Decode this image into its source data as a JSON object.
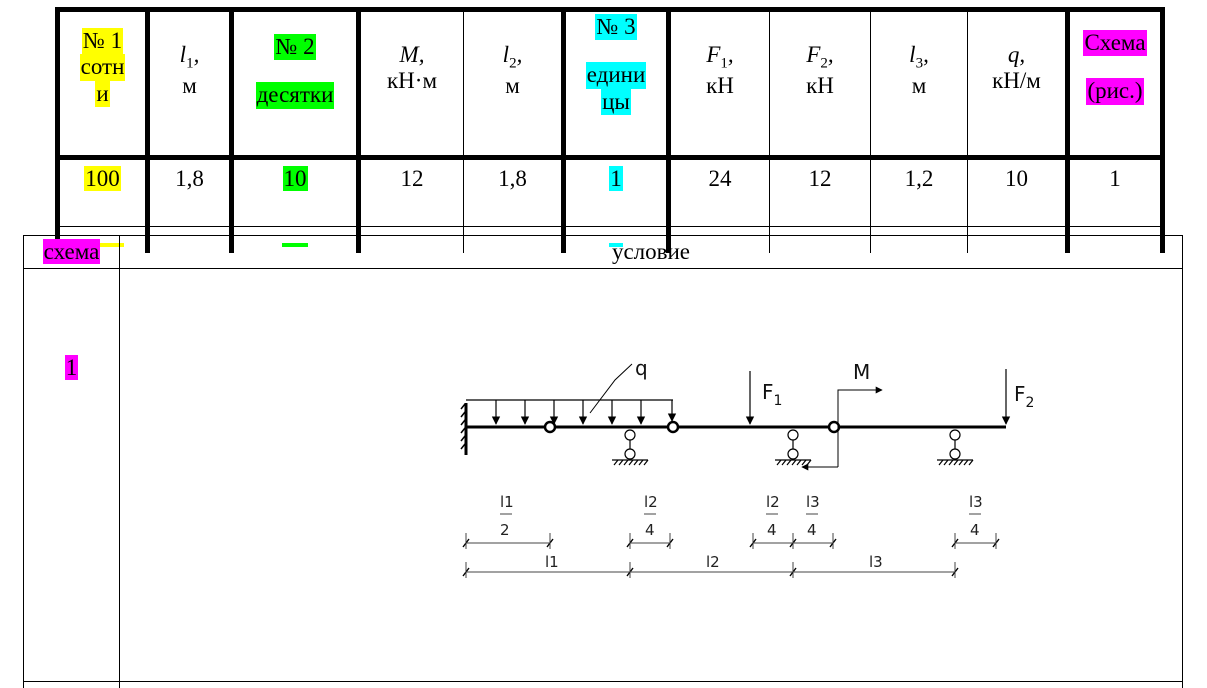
{
  "variant_table": {
    "headers": [
      {
        "id": "no1",
        "lines": [
          "№ 1",
          "сотн",
          "и"
        ],
        "highlight": "#ffff00"
      },
      {
        "id": "l1",
        "symbol": "l",
        "sub": "1",
        "unit": "м"
      },
      {
        "id": "no2",
        "lines": [
          "№ 2",
          "десятки"
        ],
        "highlight": "#00ff00"
      },
      {
        "id": "M",
        "symbol": "M",
        "sub": "",
        "unit": "кН·м"
      },
      {
        "id": "l2",
        "symbol": "l",
        "sub": "2",
        "unit": "м"
      },
      {
        "id": "no3",
        "lines": [
          "№ 3",
          "едини",
          "цы"
        ],
        "highlight": "#00ffff"
      },
      {
        "id": "F1",
        "symbol": "F",
        "sub": "1",
        "unit": "кН"
      },
      {
        "id": "F2",
        "symbol": "F",
        "sub": "2",
        "unit": "кН"
      },
      {
        "id": "l3",
        "symbol": "l",
        "sub": "3",
        "unit": "м"
      },
      {
        "id": "q",
        "symbol": "q",
        "sub": "",
        "unit": "кН/м"
      },
      {
        "id": "scheme",
        "lines": [
          "Схема",
          "(рис.)"
        ],
        "highlight": "#ff00ff"
      }
    ],
    "row": [
      "100",
      "1,8",
      "10",
      "12",
      "1,8",
      "1",
      "24",
      "12",
      "1,2",
      "10",
      "1"
    ]
  },
  "scheme_table": {
    "col_scheme": "схема",
    "col_condition": "условие",
    "scheme_number": "1",
    "highlight": "#ff00ff"
  },
  "drawing": {
    "labels": {
      "q": "q",
      "F1": "F",
      "F1_sub": "1",
      "F2": "F",
      "F2_sub": "2",
      "M": "M"
    },
    "dimensions_top": [
      {
        "num": "l1",
        "den": "2"
      },
      {
        "num": "l2",
        "den": "4"
      },
      {
        "num": "l2",
        "den": "4"
      },
      {
        "num": "l3",
        "den": "4"
      },
      {
        "num": "l3",
        "den": "4"
      }
    ],
    "dimensions_bottom": [
      "l1",
      "l2",
      "l3"
    ]
  }
}
